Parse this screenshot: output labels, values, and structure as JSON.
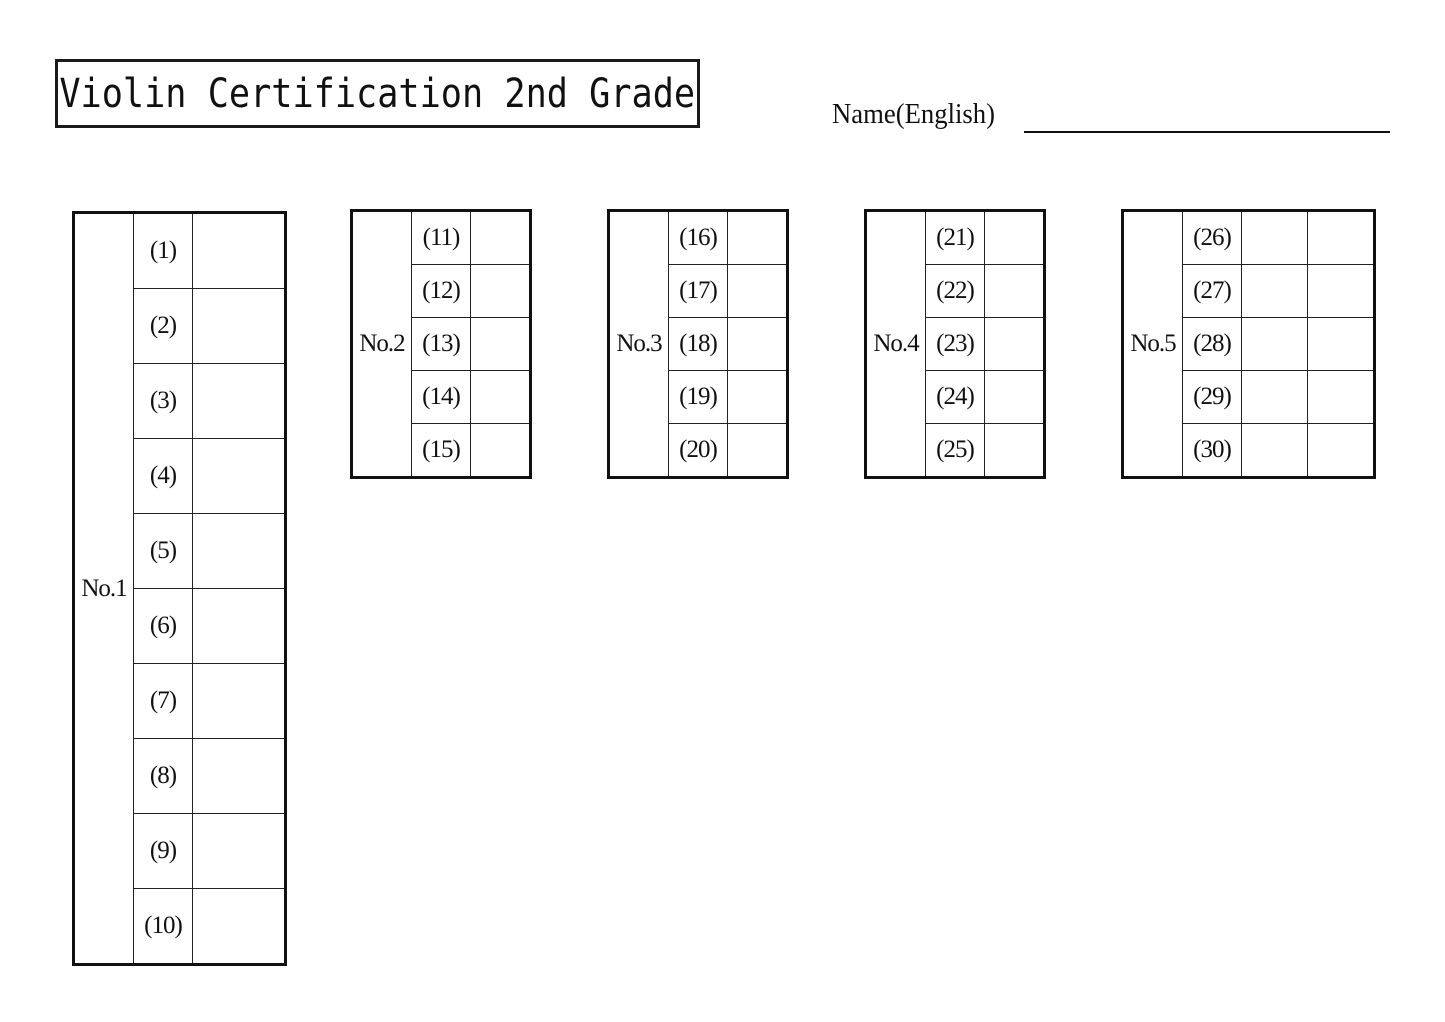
{
  "header": {
    "title": "Violin Certification 2nd Grade",
    "name_label": "Name(English)"
  },
  "groups": [
    {
      "label": "No.1",
      "answer_columns": 1,
      "questions": [
        "(1)",
        "(2)",
        "(3)",
        "(4)",
        "(5)",
        "(6)",
        "(7)",
        "(8)",
        "(9)",
        "(10)"
      ]
    },
    {
      "label": "No.2",
      "answer_columns": 1,
      "questions": [
        "(11)",
        "(12)",
        "(13)",
        "(14)",
        "(15)"
      ]
    },
    {
      "label": "No.3",
      "answer_columns": 1,
      "questions": [
        "(16)",
        "(17)",
        "(18)",
        "(19)",
        "(20)"
      ]
    },
    {
      "label": "No.4",
      "answer_columns": 1,
      "questions": [
        "(21)",
        "(22)",
        "(23)",
        "(24)",
        "(25)"
      ]
    },
    {
      "label": "No.5",
      "answer_columns": 2,
      "questions": [
        "(26)",
        "(27)",
        "(28)",
        "(29)",
        "(30)"
      ]
    }
  ]
}
